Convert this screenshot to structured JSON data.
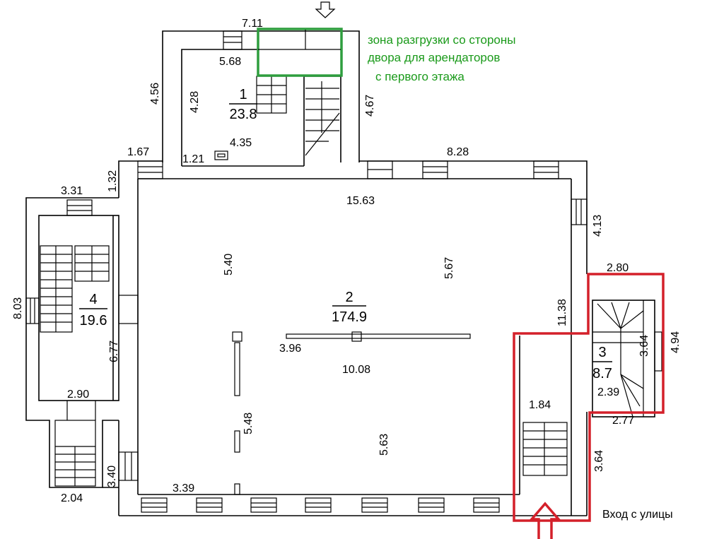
{
  "title": "Floor plan",
  "colors": {
    "green_zone": "#2e9e3e",
    "red_zone": "#d4202a",
    "walls": "#000000"
  },
  "rooms": [
    {
      "number": "1",
      "area": "23.8"
    },
    {
      "number": "2",
      "area": "174.9"
    },
    {
      "number": "3",
      "area": "8.7"
    },
    {
      "number": "4",
      "area": "19.6"
    }
  ],
  "dimensions": {
    "d711": "7.11",
    "d568": "5.68",
    "d456": "4.56",
    "d428": "4.28",
    "d435": "4.35",
    "d121": "1.21",
    "d467": "4.67",
    "d167": "1.67",
    "d132": "1.32",
    "d828": "8.28",
    "d331": "3.31",
    "d1563": "15.63",
    "d413": "4.13",
    "d540": "5.40",
    "d567": "5.67",
    "d803": "8.03",
    "d677": "6.77",
    "d1138": "11.38",
    "d280": "2.80",
    "d494": "4.94",
    "d364a": "3.64",
    "d239": "2.39",
    "d396": "3.96",
    "d1008": "10.08",
    "d290": "2.90",
    "d184": "1.84",
    "d277": "2.77",
    "d548": "5.48",
    "d563": "5.63",
    "d364b": "3.64",
    "d340": "3.40",
    "d204": "2.04",
    "d339": "3.39"
  },
  "annotations": {
    "unloading_line1": "зона разгрузки со стороны",
    "unloading_line2": "двора для арендаторов",
    "unloading_line3": "с первого этажа",
    "entrance": "Вход с улицы"
  }
}
